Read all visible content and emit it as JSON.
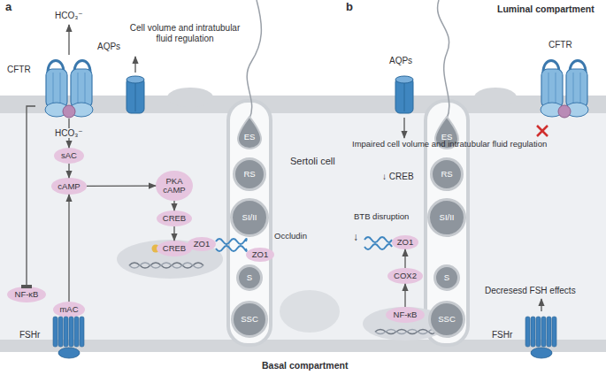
{
  "diagram": {
    "nodes": [
      {
        "text": [
          "CFTR"
        ]
      },
      {
        "text": [
          "sAC"
        ]
      },
      {
        "text": [
          "cAMP"
        ]
      },
      {
        "text": [
          "PKA",
          "cAMP"
        ]
      },
      {
        "text": [
          "CREB"
        ]
      },
      {
        "text": [
          "CREB"
        ]
      },
      {
        "text": [
          "NF-κB"
        ]
      },
      {
        "text": [
          "mAC"
        ]
      },
      {
        "text": [
          "FSHr"
        ]
      },
      {
        "text": [
          "AQPs"
        ]
      },
      {
        "text": [
          "ES"
        ]
      },
      {
        "text": [
          "RS"
        ]
      },
      {
        "text": [
          "SI/II"
        ]
      },
      {
        "text": [
          "S"
        ]
      },
      {
        "text": [
          "SSC"
        ]
      },
      {
        "text": [
          "ZO1"
        ]
      },
      {
        "text": [
          "ZO1"
        ]
      },
      {
        "text": [
          "ES"
        ]
      },
      {
        "text": [
          "RS"
        ]
      },
      {
        "text": [
          "SI/II"
        ]
      },
      {
        "text": [
          "S"
        ]
      },
      {
        "text": [
          "SSC"
        ]
      },
      {
        "text": [
          "AQPs"
        ]
      },
      {
        "text": [
          "CFTR"
        ]
      },
      {
        "text": [
          "ZO1"
        ]
      },
      {
        "text": [
          "COX2"
        ]
      },
      {
        "text": [
          "NF-κB"
        ]
      },
      {
        "text": [
          "FSHr"
        ]
      }
    ],
    "edges": [
      {
        "from": 0,
        "to": 1,
        "arrow": "to",
        "label": "HCO₃⁻"
      },
      {
        "from": 1,
        "to": 2,
        "arrow": "to"
      },
      {
        "from": 2,
        "to": 3,
        "arrow": "to"
      },
      {
        "from": 3,
        "to": 4,
        "arrow": "to"
      },
      {
        "from": 4,
        "to": 5,
        "arrow": "to"
      },
      {
        "from": 7,
        "to": 2,
        "arrow": "to"
      },
      {
        "from": 0,
        "to": 6,
        "arrow": "to"
      },
      {
        "from": 26,
        "to": 25,
        "arrow": "to"
      },
      {
        "from": 25,
        "to": 24,
        "arrow": "to"
      }
    ],
    "labels": [
      "a",
      "b",
      "Luminal compartment",
      "HCO₃⁻",
      "Cell volume and intratubular fluid regulation",
      "Impaired cell volume and intratubular fluid regulation",
      "↓ CREB",
      "Sertoli cell",
      "Occludin",
      "BTB disruption",
      "↓",
      "Decresesd FSH effects",
      "Basal compartment"
    ]
  }
}
